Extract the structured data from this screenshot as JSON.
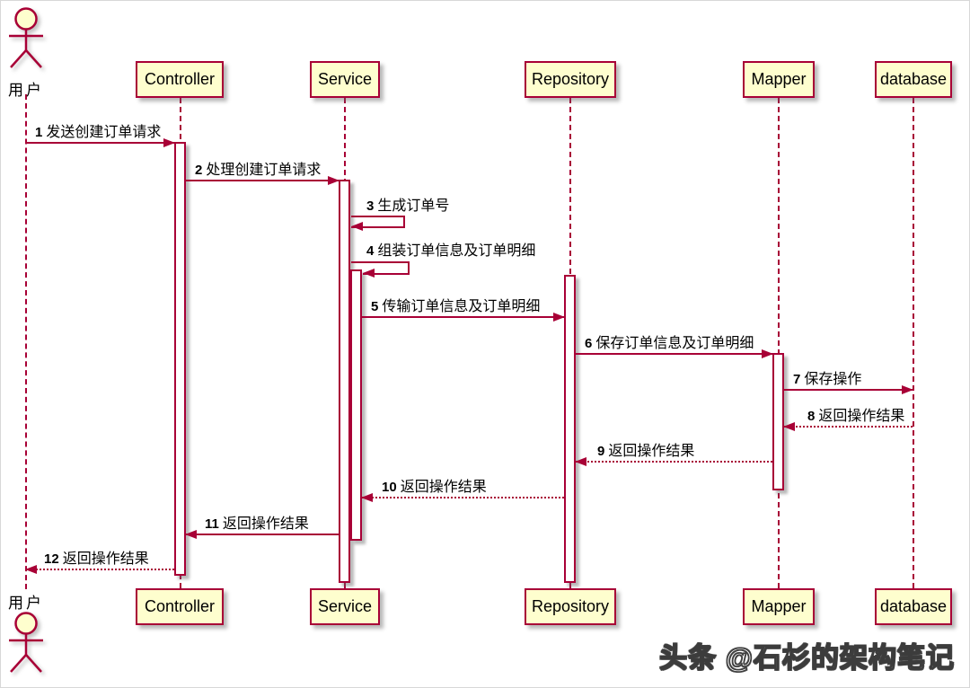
{
  "diagram": {
    "actor": {
      "label": "用户"
    },
    "participants": [
      {
        "id": "controller",
        "label": "Controller"
      },
      {
        "id": "service",
        "label": "Service"
      },
      {
        "id": "repository",
        "label": "Repository"
      },
      {
        "id": "mapper",
        "label": "Mapper"
      },
      {
        "id": "database",
        "label": "database"
      }
    ],
    "messages": [
      {
        "num": "1",
        "text": "发送创建订单请求",
        "from": "用户",
        "to": "Controller",
        "style": "solid"
      },
      {
        "num": "2",
        "text": "处理创建订单请求",
        "from": "Controller",
        "to": "Service",
        "style": "solid"
      },
      {
        "num": "3",
        "text": "生成订单号",
        "from": "Service",
        "to": "Service",
        "style": "solid",
        "self": true
      },
      {
        "num": "4",
        "text": "组装订单信息及订单明细",
        "from": "Service",
        "to": "Service",
        "style": "solid",
        "self": true
      },
      {
        "num": "5",
        "text": "传输订单信息及订单明细",
        "from": "Service",
        "to": "Repository",
        "style": "solid"
      },
      {
        "num": "6",
        "text": "保存订单信息及订单明细",
        "from": "Repository",
        "to": "Mapper",
        "style": "solid"
      },
      {
        "num": "7",
        "text": "保存操作",
        "from": "Mapper",
        "to": "database",
        "style": "solid"
      },
      {
        "num": "8",
        "text": "返回操作结果",
        "from": "database",
        "to": "Mapper",
        "style": "dotted"
      },
      {
        "num": "9",
        "text": "返回操作结果",
        "from": "Mapper",
        "to": "Repository",
        "style": "dotted"
      },
      {
        "num": "10",
        "text": "返回操作结果",
        "from": "Repository",
        "to": "Service",
        "style": "dotted"
      },
      {
        "num": "11",
        "text": "返回操作结果",
        "from": "Service",
        "to": "Controller",
        "style": "solid"
      },
      {
        "num": "12",
        "text": "返回操作结果",
        "from": "Controller",
        "to": "用户",
        "style": "dotted"
      }
    ],
    "watermark": "头条 @石杉的架构笔记",
    "colors": {
      "participant_fill": "#FEFECE",
      "stroke": "#A80036",
      "text": "#000000",
      "watermark_fill": "#FFFFFF",
      "watermark_outline": "#3C3C3C"
    }
  }
}
